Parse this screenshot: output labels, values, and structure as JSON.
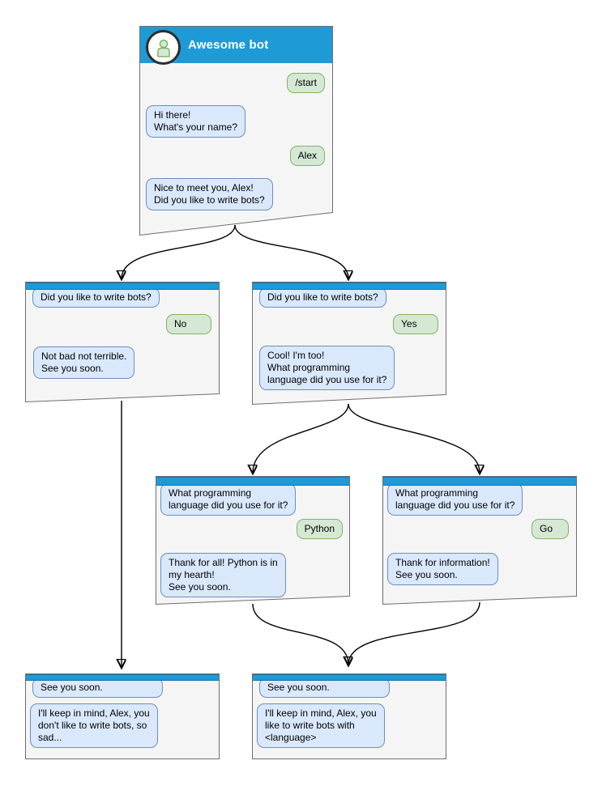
{
  "colors": {
    "header_bar": "#1E9BD7",
    "window_background": "#F5F5F5",
    "window_border": "#6E6E6E",
    "bot_bubble_background": "#DAE8FC",
    "bot_bubble_border": "#6C8EBF",
    "user_bubble_background": "#D5E8D4",
    "user_bubble_border": "#82B366"
  },
  "icons": {
    "avatar": "person-icon",
    "connectors": "arrow-down"
  },
  "windows": {
    "main": {
      "title": "Awesome bot",
      "messages": [
        {
          "side": "user",
          "text": "/start"
        },
        {
          "side": "bot",
          "text": "Hi there!\nWhat's your name?"
        },
        {
          "side": "user",
          "text": "Alex"
        },
        {
          "side": "bot",
          "text": "Nice to meet you, Alex!\nDid you like to write bots?"
        }
      ]
    },
    "branch_no": {
      "messages": [
        {
          "side": "bot",
          "text": "Did you like to write bots?"
        },
        {
          "side": "user",
          "text": "No"
        },
        {
          "side": "bot",
          "text": "Not bad not terrible.\nSee you soon."
        }
      ]
    },
    "branch_yes": {
      "messages": [
        {
          "side": "bot",
          "text": "Did you like to write bots?"
        },
        {
          "side": "user",
          "text": "Yes"
        },
        {
          "side": "bot",
          "text": "Cool! I'm too!\nWhat programming\nlanguage did you use for it?"
        }
      ]
    },
    "branch_python": {
      "messages": [
        {
          "side": "bot",
          "text": "What programming\nlanguage did you use for it?"
        },
        {
          "side": "user",
          "text": "Python"
        },
        {
          "side": "bot",
          "text": "Thank for all! Python is in\nmy hearth!\nSee you soon."
        }
      ]
    },
    "branch_go": {
      "messages": [
        {
          "side": "bot",
          "text": "What programming\nlanguage did you use for it?"
        },
        {
          "side": "user",
          "text": "Go"
        },
        {
          "side": "bot",
          "text": "Thank for information!\nSee you soon."
        }
      ]
    },
    "end_no": {
      "messages": [
        {
          "side": "bot",
          "text": "See you soon."
        },
        {
          "side": "bot",
          "text": "I'll keep in mind, Alex, you\ndon't like to write bots, so\nsad..."
        }
      ]
    },
    "end_yes": {
      "messages": [
        {
          "side": "bot",
          "text": "See you soon."
        },
        {
          "side": "bot",
          "text": "I'll keep in mind, Alex, you\nlike to write bots with\n<language>"
        }
      ]
    }
  }
}
